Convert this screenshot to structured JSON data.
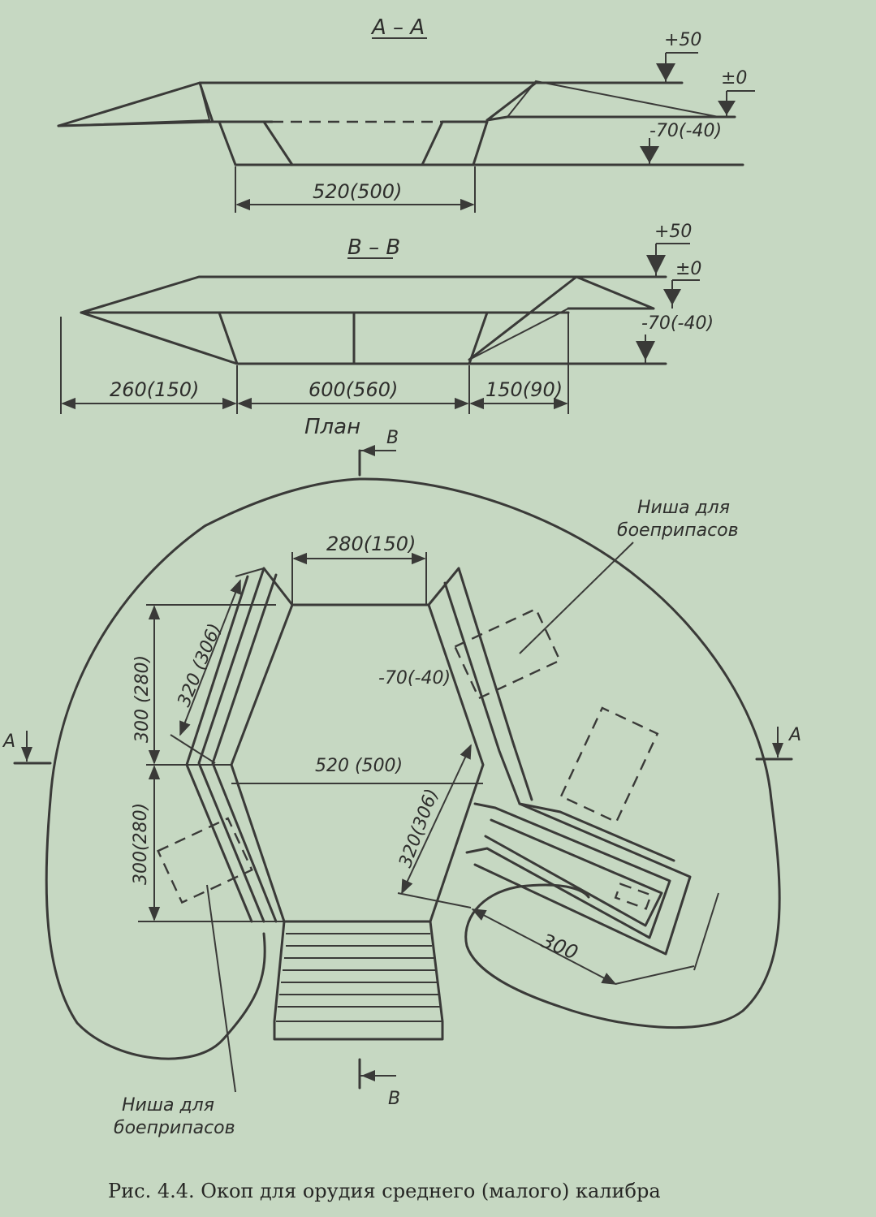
{
  "section_aa": {
    "title": "А – А",
    "mark_top": "+50",
    "mark_zero": "±0",
    "mark_bottom": "-70(-40)",
    "dim_bottom": "520(500)"
  },
  "section_bb": {
    "title": "В – В",
    "mark_top": "+50",
    "mark_zero": "±0",
    "mark_bottom": "-70(-40)",
    "dim_left": "260(150)",
    "dim_mid": "600(560)",
    "dim_right": "150(90)"
  },
  "plan": {
    "title": "План",
    "cut_b": "В",
    "cut_a": "А",
    "dim_top": "280(150)",
    "dim_side_upper": "320 (306)",
    "dim_height_upper": "300 (280)",
    "dim_height_lower": "300(280)",
    "depth_mark": "-70(-40)",
    "dim_center": "520 (500)",
    "dim_side_lower": "320(306)",
    "dim_trench": "300",
    "niche_label_top_1": "Ниша для",
    "niche_label_top_2": "боеприпасов",
    "niche_label_bottom_1": "Ниша для",
    "niche_label_bottom_2": "боеприпасов"
  },
  "caption": "Рис. 4.4. Окоп для орудия среднего (малого) калибра",
  "colors": {
    "paper": "#c6d8c2",
    "ink": "#3a3a38"
  }
}
